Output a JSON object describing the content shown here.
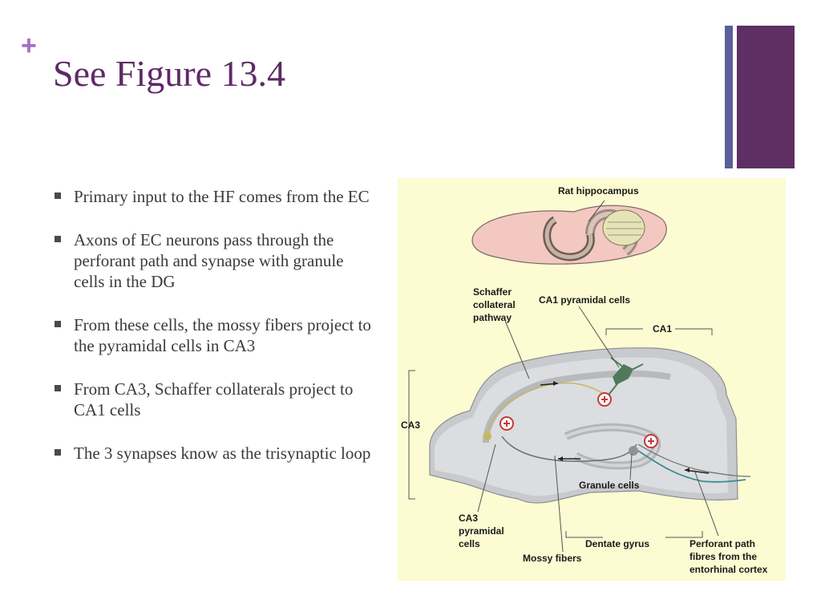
{
  "slide": {
    "title": "See Figure 13.4",
    "plus_symbol": "+",
    "accent_colors": {
      "title": "#5e2a66",
      "plus": "#a66fc0",
      "bar_thin": "#5b5f9a",
      "bar_thick": "#5e2f63"
    }
  },
  "bullets": [
    "Primary input to the HF comes from the EC",
    "Axons of EC neurons pass through the perforant path and synapse with granule cells in the DG",
    "From these cells, the mossy fibers project to the pyramidal cells in CA3",
    "From CA3, Schaffer collaterals project to CA1 cells",
    "The 3 synapses know as the trisynaptic loop"
  ],
  "figure": {
    "background": "#fcfbd2",
    "labels": {
      "rat_hippocampus": "Rat hippocampus",
      "schaffer_1": "Schaffer",
      "schaffer_2": "collateral",
      "schaffer_3": "pathway",
      "ca1_pyramidal": "CA1 pyramidal cells",
      "ca1": "CA1",
      "ca3": "CA3",
      "granule_cells": "Granule cells",
      "ca3_pyr_1": "CA3",
      "ca3_pyr_2": "pyramidal",
      "ca3_pyr_3": "cells",
      "dentate_gyrus": "Dentate gyrus",
      "mossy_fibers": "Mossy fibers",
      "perforant_1": "Perforant path",
      "perforant_2": "fibres from the",
      "perforant_3": "entorhinal cortex"
    }
  }
}
